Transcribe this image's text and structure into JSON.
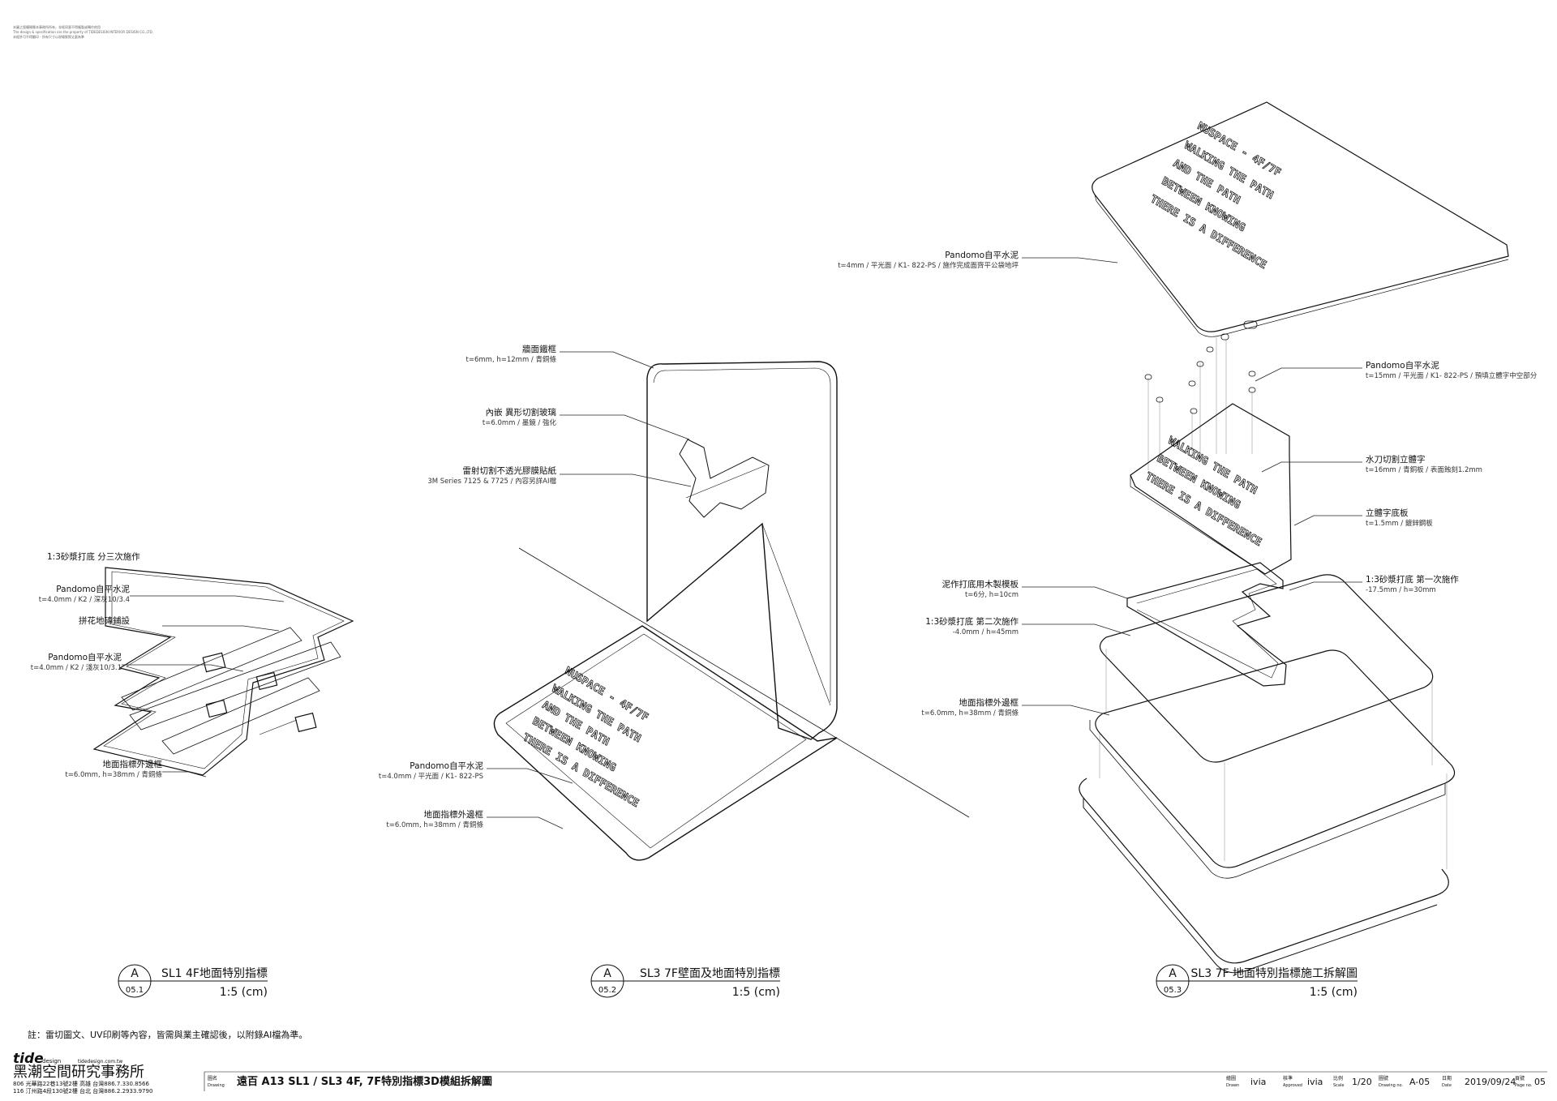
{
  "header": {
    "fine_print": [
      "本圖之版權歸屬本事務所所有，非經同意不得複製或轉作他用",
      "The design & specification are the property of TIDEDESIGN INTERIOR DESIGN CO.,LTD.",
      "未經許可不得翻印 · 所有尺寸以現場實際丈量為準"
    ]
  },
  "callouts": {
    "sl1": [
      {
        "title": "1:3砂漿打底  分三次施作",
        "sub": ""
      },
      {
        "title": "Pandomo自平水泥",
        "sub": "t=4.0mm / K2 / 深灰10/3.4"
      },
      {
        "title": "拼花地磚鋪設",
        "sub": ""
      },
      {
        "title": "Pandomo自平水泥",
        "sub": "t=4.0mm / K2 / 淺灰10/3.1"
      },
      {
        "title": "地面指標外邊框",
        "sub": "t=6.0mm, h=38mm / 青銅條"
      }
    ],
    "sl3_wall": [
      {
        "title": "牆面鐵框",
        "sub": "t=6mm, h=12mm / 青銅條"
      },
      {
        "title": "內嵌 異形切割玻璃",
        "sub": "t=6.0mm / 墨鏡 / 強化"
      },
      {
        "title": "雷射切割不透光膠膜貼紙",
        "sub": "3M Series 7125 & 7725 / 內容另詳AI檔"
      },
      {
        "title": "Pandomo自平水泥",
        "sub": "t=4.0mm / 平光面 / K1- 822-PS"
      },
      {
        "title": "地面指標外邊框",
        "sub": "t=6.0mm, h=38mm / 青銅條"
      }
    ],
    "sl3_exploded": [
      {
        "title": "Pandomo自平水泥",
        "sub": "t=4mm / 平光面 / K1- 822-PS / 施作完成面齊平公袋地坪"
      },
      {
        "title": "Pandomo自平水泥",
        "sub": "t=15mm / 平光面 / K1- 822-PS / 預填立體字中空部分"
      },
      {
        "title": "水刀切割立體字",
        "sub": "t=16mm / 青銅板 / 表面蝕刻1.2mm"
      },
      {
        "title": "立體字底板",
        "sub": "t=1.5mm / 鍍鋅鋼板"
      },
      {
        "title": "1:3砂漿打底  第一次施作",
        "sub": "-17.5mm / h=30mm"
      },
      {
        "title": "泥作打底用木製模板",
        "sub": "t=6分, h=10cm"
      },
      {
        "title": "1:3砂漿打底  第二次施作",
        "sub": "-4.0mm / h=45mm"
      },
      {
        "title": "地面指標外邊框",
        "sub": "t=6.0mm, h=38mm / 青銅條"
      }
    ]
  },
  "sign_text": {
    "lines": [
      "WALKING THE PATH",
      "BETWEEN KNOWING",
      "THERE IS A DIFFERENCE"
    ],
    "line_alt": [
      "AND THE PATH",
      "BETWEEN KNOWING"
    ],
    "small": "NUSPACE - 4F/7F"
  },
  "drawings": [
    {
      "letter": "A",
      "ref": "05.1",
      "title": "SL1 4F地面特別指標",
      "scale": "1:5 (cm)"
    },
    {
      "letter": "A",
      "ref": "05.2",
      "title": "SL3 7F壁面及地面特別指標",
      "scale": "1:5 (cm)"
    },
    {
      "letter": "A",
      "ref": "05.3",
      "title": "SL3 7F 地面特別指標施工拆解圖",
      "scale": "1:5 (cm)"
    }
  ],
  "note": "註：雷切圖文、UV印刷等內容，皆需與業主確認後，以附錄AI檔為準。",
  "title_block": {
    "logo_main": "tide",
    "logo_sub": "design",
    "website": "tidedesign.com.tw",
    "firm_name": "黑潮空間研究事務所",
    "addr1": "806  光華路22巷13號2樓  高雄  台灣886.7.330.8566",
    "addr2": "116  汀州路4段130號2樓  台北  台灣886.2.2933.9790",
    "drawing_label_zh": "圖名",
    "drawing_label_en": "Drawing",
    "drawing_title": "遠百 A13  SL1 / SL3  4F, 7F特別指標3D模組拆解圖",
    "fields": [
      {
        "label": "繪圖",
        "label_en": "Drawn",
        "value": "ivia"
      },
      {
        "label": "核準",
        "label_en": "Approved",
        "value": "ivia"
      },
      {
        "label": "比例",
        "label_en": "Scale",
        "value": "1/20"
      },
      {
        "label": "圖號",
        "label_en": "Drawing no.",
        "value": "A-05"
      },
      {
        "label": "日期",
        "label_en": "Date",
        "value": "2019/09/24"
      },
      {
        "label": "頁號",
        "label_en": "Page no.",
        "value": "05"
      }
    ]
  },
  "colors": {
    "ink": "#111111",
    "leader": "#222222",
    "paper": "#ffffff"
  }
}
